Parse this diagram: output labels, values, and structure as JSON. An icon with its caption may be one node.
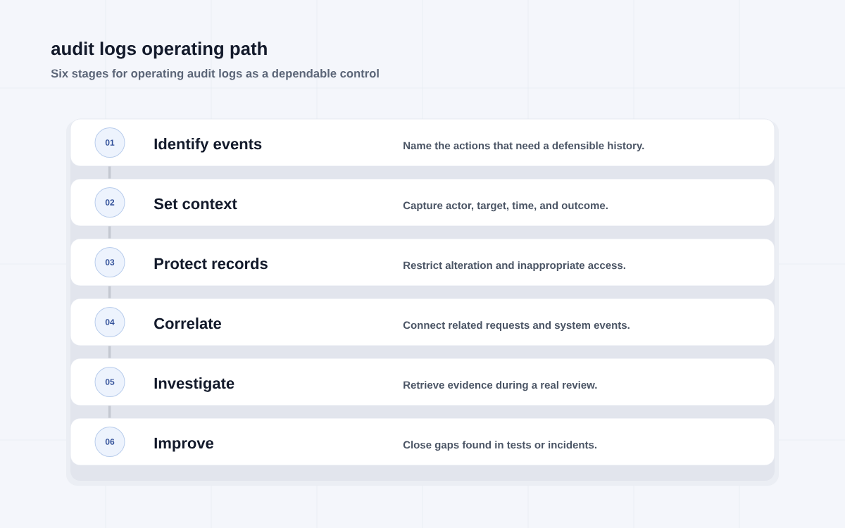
{
  "diagram": {
    "title": "audit logs operating path",
    "nodes": [
      {
        "text": [
          "Identify events",
          "Name the actions that need a defensible history."
        ]
      },
      {
        "text": [
          "01"
        ],
        "in": 0
      },
      {
        "text": [
          "Set context",
          "Capture actor, target, time, and outcome."
        ]
      },
      {
        "text": [
          "02"
        ],
        "in": 2
      },
      {
        "text": [
          "Protect records",
          "Restrict alteration and inappropriate access."
        ]
      },
      {
        "text": [
          "03"
        ],
        "in": 4
      },
      {
        "text": [
          "Correlate",
          "Connect related requests and system events."
        ]
      },
      {
        "text": [
          "04"
        ],
        "in": 6
      },
      {
        "text": [
          "Investigate",
          "Retrieve evidence during a real review."
        ]
      },
      {
        "text": [
          "05"
        ],
        "in": 8
      },
      {
        "text": [
          "Improve",
          "Close gaps found in tests or incidents."
        ]
      },
      {
        "text": [
          "06"
        ],
        "in": 10
      }
    ],
    "edges": [
      {
        "from": 0,
        "to": 2,
        "arrow": "none"
      },
      {
        "from": 2,
        "to": 4,
        "arrow": "none"
      },
      {
        "from": 4,
        "to": 6,
        "arrow": "none"
      },
      {
        "from": 6,
        "to": 8,
        "arrow": "none"
      },
      {
        "from": 8,
        "to": 10,
        "arrow": "none"
      }
    ],
    "labels": [
      "Six stages for operating audit logs as a dependable control"
    ]
  }
}
